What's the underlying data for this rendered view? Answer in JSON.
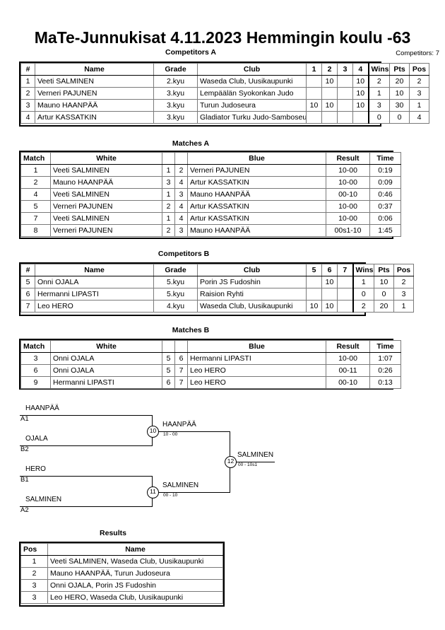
{
  "header": {
    "title_parts": [
      "MaTe-Junnukisat",
      "4.11.2023",
      "Hemmingin koulu",
      "-63"
    ],
    "title_full": "MaTe-Junnukisat  4.11.2023  Hemmingin koulu   -63",
    "competitors_count": "Competitors: 7"
  },
  "sections": {
    "competitors_a": "Competitors A",
    "matches_a": "Matches A",
    "competitors_b": "Competitors B",
    "matches_b": "Matches B",
    "results": "Results"
  },
  "competitors_a": {
    "headers": [
      "#",
      "Name",
      "Grade",
      "Club",
      "1",
      "2",
      "3",
      "4",
      "Wins",
      "Pts",
      "Pos"
    ],
    "rows": [
      {
        "num": "1",
        "name": "Veeti SALMINEN",
        "grade": "2.kyu",
        "club": "Waseda Club, Uusikaupunki",
        "s": [
          "",
          "10",
          "",
          "10"
        ],
        "wins": "2",
        "pts": "20",
        "pos": "2"
      },
      {
        "num": "2",
        "name": "Verneri PAJUNEN",
        "grade": "3.kyu",
        "club": "Lempäälän Syokonkan Judo",
        "s": [
          "",
          "",
          "",
          "10"
        ],
        "wins": "1",
        "pts": "10",
        "pos": "3"
      },
      {
        "num": "3",
        "name": "Mauno HAANPÄÄ",
        "grade": "3.kyu",
        "club": "Turun Judoseura",
        "s": [
          "10",
          "10",
          "",
          "10"
        ],
        "wins": "3",
        "pts": "30",
        "pos": "1"
      },
      {
        "num": "4",
        "name": "Artur KASSATKIN",
        "grade": "3.kyu",
        "club": "Gladiator Turku Judo-Samboseura",
        "s": [
          "",
          "",
          "",
          ""
        ],
        "wins": "0",
        "pts": "0",
        "pos": "4"
      }
    ]
  },
  "matches_a": {
    "headers": [
      "Match",
      "White",
      "",
      "",
      "Blue",
      "Result",
      "Time"
    ],
    "rows": [
      {
        "match": "1",
        "white": "Veeti SALMINEN",
        "wn": "1",
        "bn": "2",
        "blue": "Verneri PAJUNEN",
        "result": "10-00",
        "time": "0:19"
      },
      {
        "match": "2",
        "white": "Mauno HAANPÄÄ",
        "wn": "3",
        "bn": "4",
        "blue": "Artur KASSATKIN",
        "result": "10-00",
        "time": "0:09"
      },
      {
        "match": "4",
        "white": "Veeti SALMINEN",
        "wn": "1",
        "bn": "3",
        "blue": "Mauno HAANPÄÄ",
        "result": "00-10",
        "time": "0:46"
      },
      {
        "match": "5",
        "white": "Verneri PAJUNEN",
        "wn": "2",
        "bn": "4",
        "blue": "Artur KASSATKIN",
        "result": "10-00",
        "time": "0:37"
      },
      {
        "match": "7",
        "white": "Veeti SALMINEN",
        "wn": "1",
        "bn": "4",
        "blue": "Artur KASSATKIN",
        "result": "10-00",
        "time": "0:06"
      },
      {
        "match": "8",
        "white": "Verneri PAJUNEN",
        "wn": "2",
        "bn": "3",
        "blue": "Mauno HAANPÄÄ",
        "result": "00s1-10",
        "time": "1:45"
      }
    ]
  },
  "competitors_b": {
    "headers": [
      "#",
      "Name",
      "Grade",
      "Club",
      "5",
      "6",
      "7",
      "Wins",
      "Pts",
      "Pos"
    ],
    "rows": [
      {
        "num": "5",
        "name": "Onni OJALA",
        "grade": "5.kyu",
        "club": "Porin JS Fudoshin",
        "s": [
          "",
          "10",
          ""
        ],
        "wins": "1",
        "pts": "10",
        "pos": "2"
      },
      {
        "num": "6",
        "name": "Hermanni LIPASTI",
        "grade": "5.kyu",
        "club": "Raision Ryhti",
        "s": [
          "",
          "",
          ""
        ],
        "wins": "0",
        "pts": "0",
        "pos": "3"
      },
      {
        "num": "7",
        "name": "Leo HERO",
        "grade": "4.kyu",
        "club": "Waseda Club, Uusikaupunki",
        "s": [
          "10",
          "10",
          ""
        ],
        "wins": "2",
        "pts": "20",
        "pos": "1"
      }
    ]
  },
  "matches_b": {
    "headers": [
      "Match",
      "White",
      "",
      "",
      "Blue",
      "Result",
      "Time"
    ],
    "rows": [
      {
        "match": "3",
        "white": "Onni OJALA",
        "wn": "5",
        "bn": "6",
        "blue": "Hermanni LIPASTI",
        "result": "10-00",
        "time": "1:07"
      },
      {
        "match": "6",
        "white": "Onni OJALA",
        "wn": "5",
        "bn": "7",
        "blue": "Leo HERO",
        "result": "00-11",
        "time": "0:26"
      },
      {
        "match": "9",
        "white": "Hermanni LIPASTI",
        "wn": "6",
        "bn": "7",
        "blue": "Leo HERO",
        "result": "00-10",
        "time": "0:13"
      }
    ]
  },
  "bracket": {
    "entries": [
      {
        "name": "HAANPÄÄ",
        "seed": "A1"
      },
      {
        "name": "OJALA",
        "seed": "B2"
      },
      {
        "name": "HERO",
        "seed": "B1"
      },
      {
        "name": "SALMINEN",
        "seed": "A2"
      }
    ],
    "matches": [
      {
        "number": "10",
        "winner": "HAANPÄÄ",
        "score": "10 - 00"
      },
      {
        "number": "11",
        "winner": "SALMINEN",
        "score": "00 - 10"
      },
      {
        "number": "12",
        "winner": "SALMINEN",
        "score": "00 - 10s1"
      }
    ]
  },
  "results": {
    "headers": [
      "Pos",
      "Name"
    ],
    "rows": [
      {
        "pos": "1",
        "name": "Veeti SALMINEN, Waseda Club, Uusikaupunki"
      },
      {
        "pos": "2",
        "name": "Mauno HAANPÄÄ, Turun Judoseura"
      },
      {
        "pos": "3",
        "name": "Onni OJALA, Porin JS Fudoshin"
      },
      {
        "pos": "3",
        "name": "Leo HERO, Waseda Club, Uusikaupunki"
      }
    ]
  }
}
